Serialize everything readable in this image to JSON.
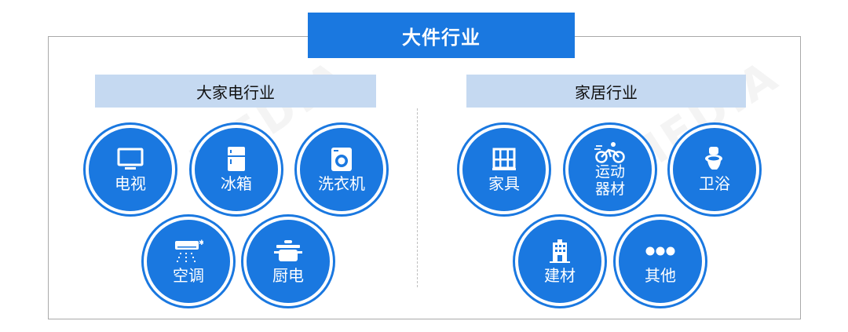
{
  "main_title": "大件行业",
  "left_section": {
    "title": "大家电行业",
    "items": [
      {
        "label": "电视",
        "icon": "tv-icon"
      },
      {
        "label": "冰箱",
        "icon": "fridge-icon"
      },
      {
        "label": "洗衣机",
        "icon": "washing-machine-icon"
      },
      {
        "label": "空调",
        "icon": "air-conditioner-icon"
      },
      {
        "label": "厨电",
        "icon": "pot-icon"
      }
    ]
  },
  "right_section": {
    "title": "家居行业",
    "items": [
      {
        "label": "家具",
        "icon": "cabinet-icon"
      },
      {
        "label_line1": "运动",
        "label_line2": "器材",
        "icon": "cyclist-icon"
      },
      {
        "label": "卫浴",
        "icon": "toilet-icon"
      },
      {
        "label": "建材",
        "icon": "building-icon"
      },
      {
        "label": "其他",
        "icon": "dots-icon"
      }
    ]
  },
  "colors": {
    "primary": "#1a78e0",
    "section_bg": "#c5d9f1",
    "frame": "#a9a9a9"
  },
  "watermark": "MEDIA"
}
